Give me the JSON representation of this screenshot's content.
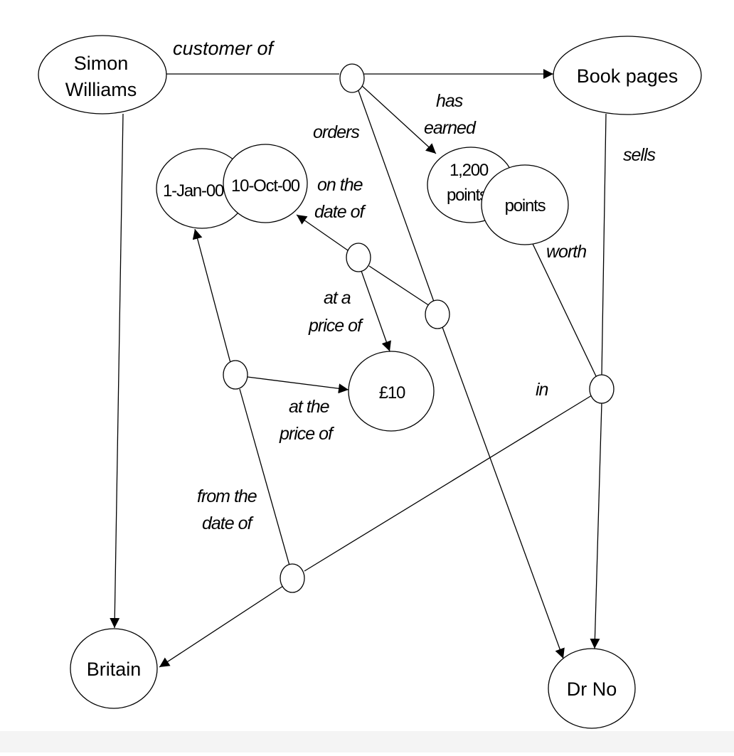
{
  "diagram": {
    "nodes": {
      "simon": [
        "Simon",
        "Williams"
      ],
      "book_pages": "Book pages",
      "britain": "Britain",
      "dr_no": "Dr No",
      "date1": "1-Jan-00",
      "date2": "10-Oct-00",
      "points1": [
        "1,200",
        "points"
      ],
      "points2": "points",
      "price": "£10"
    },
    "labels": {
      "customer_of": "customer of",
      "orders": "orders",
      "has_earned": [
        "has",
        "earned"
      ],
      "sells": "sells",
      "on_the_date_of": [
        "on the",
        "date of"
      ],
      "worth": "worth",
      "at_a_price_of": [
        "at a",
        "price of"
      ],
      "in": "in",
      "at_the_price_of": [
        "at the",
        "price of"
      ],
      "from_the_date_of": [
        "from the",
        "date of"
      ]
    }
  }
}
